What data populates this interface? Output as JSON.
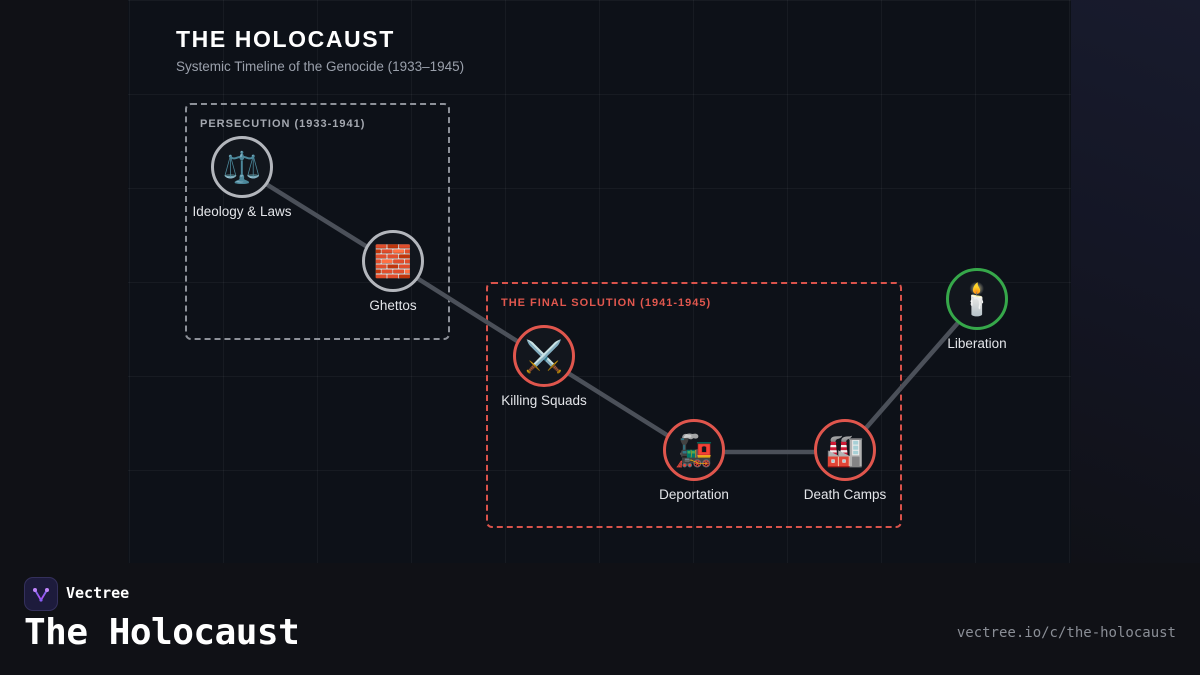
{
  "header": {
    "title": "THE HOLOCAUST",
    "subtitle": "Systemic Timeline of the Genocide (1933–1945)"
  },
  "phases": [
    {
      "id": "persecution",
      "label": "PERSECUTION (1933-1941)",
      "color": "#8d9199"
    },
    {
      "id": "final",
      "label": "THE FINAL SOLUTION (1941-1945)",
      "color": "#d9534b"
    }
  ],
  "nodes": [
    {
      "id": "ideology",
      "label": "Ideology & Laws",
      "icon": "⚖️",
      "icon_name": "scales-icon",
      "phase": "persecution"
    },
    {
      "id": "ghettos",
      "label": "Ghettos",
      "icon": "🧱",
      "icon_name": "brick-wall-icon",
      "phase": "persecution"
    },
    {
      "id": "killing-squads",
      "label": "Killing Squads",
      "icon": "⚔️",
      "icon_name": "crossed-swords-icon",
      "phase": "final"
    },
    {
      "id": "deportation",
      "label": "Deportation",
      "icon": "🚂",
      "icon_name": "locomotive-icon",
      "phase": "final"
    },
    {
      "id": "death-camps",
      "label": "Death Camps",
      "icon": "🏭",
      "icon_name": "factory-icon",
      "phase": "final"
    },
    {
      "id": "liberation",
      "label": "Liberation",
      "icon": "🕯️",
      "icon_name": "candle-icon",
      "phase": "liberation"
    }
  ],
  "edges": [
    [
      "ideology",
      "ghettos"
    ],
    [
      "ghettos",
      "killing-squads"
    ],
    [
      "killing-squads",
      "deportation"
    ],
    [
      "deportation",
      "death-camps"
    ],
    [
      "death-camps",
      "liberation"
    ]
  ],
  "colors": {
    "persecution": "#b3b6bc",
    "final": "#e0564d",
    "liberation": "#36a84a",
    "edge": "#4b5059"
  },
  "footer": {
    "brand": "Vectree",
    "title": "The Holocaust",
    "url": "vectree.io/c/the-holocaust"
  }
}
